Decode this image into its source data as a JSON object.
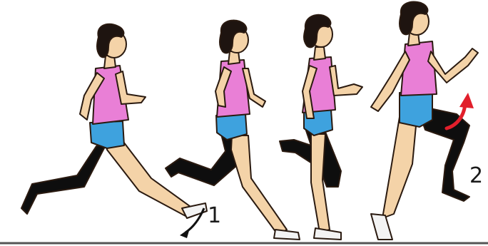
{
  "labels": {
    "step_one": "1",
    "step_two": "2"
  },
  "colors": {
    "skin": "#F4D3A8",
    "skin_outline": "#2A1A10",
    "top": "#E97FD6",
    "shorts": "#3EA2DE",
    "leg_black": "#0E0E0E",
    "hair": "#1E1410",
    "shoe": "#F3F3F3",
    "arrow_red": "#E11F2B",
    "ground": "#555555"
  },
  "icons": [
    "runner-figure",
    "curved-down-arrow-icon",
    "curved-up-arrow-icon"
  ]
}
